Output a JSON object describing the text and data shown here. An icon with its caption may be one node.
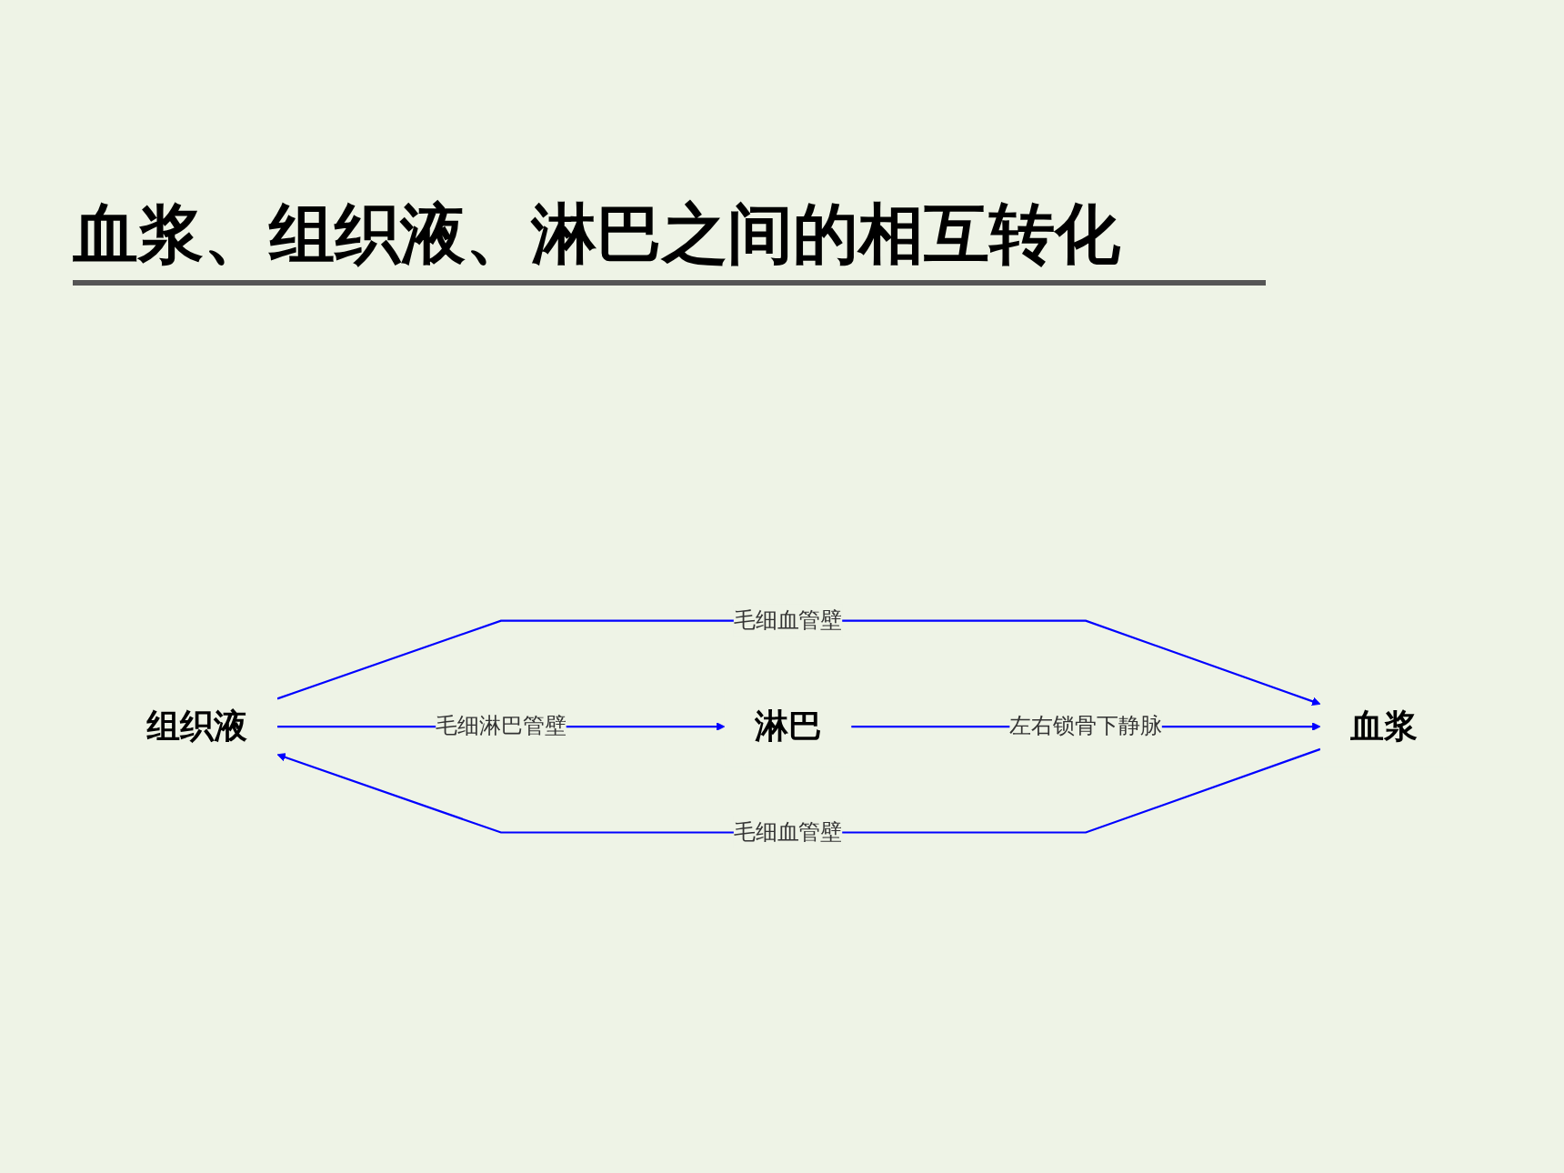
{
  "diagram": {
    "title": "血浆、组织液、淋巴之间的相互转化",
    "nodes": [
      {
        "text": [
          "组织液"
        ]
      },
      {
        "text": [
          "血浆"
        ]
      },
      {
        "text": [
          "淋巴"
        ]
      }
    ],
    "edges": [
      {
        "from": 0,
        "to": 1,
        "arrow": "to",
        "label": "毛细血管壁"
      },
      {
        "from": 1,
        "to": 0,
        "arrow": "to",
        "label": "毛细血管壁"
      },
      {
        "from": 0,
        "to": 2,
        "arrow": "to",
        "label": "毛细淋巴管壁"
      },
      {
        "from": 2,
        "to": 1,
        "arrow": "to",
        "label": "左右锁骨下静脉"
      }
    ]
  }
}
